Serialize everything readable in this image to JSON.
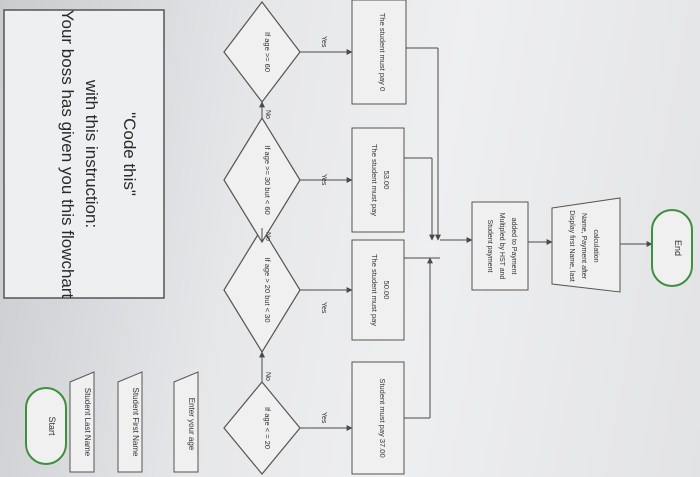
{
  "notice": {
    "line1": "Your boss has given you this flowchart",
    "line2": "with this instruction:",
    "line3": "\"Code this\""
  },
  "flow": {
    "start": "Start",
    "input_last": "Student Last Name",
    "input_first": "Student First Name",
    "input_age": "Enter your age",
    "decision_1": "If age < = 20",
    "decision_2": "If age > 20 but < 30",
    "decision_3": "If age >= 30 but < 60",
    "decision_4": "If age >= 60",
    "result_1": "Student must pay 37.00",
    "result_2_line1": "The student must pay",
    "result_2_line2": "50.00",
    "result_3_line1": "The student must pay",
    "result_3_line2": "53.00",
    "result_4": "The student must pay 0",
    "payment_line1": "Student payment",
    "payment_line2": "Multipled by HST and",
    "payment_line3": "added to Payment",
    "display_line1": "Display first Name, last",
    "display_line2": "Name, Payment after",
    "display_line3": "calculation",
    "end": "End",
    "yes": "Yes",
    "no": "No"
  },
  "colors": {
    "line": "#4a4a4a",
    "terminal_border": "#3f8f3f",
    "notice_border": "#555555"
  }
}
